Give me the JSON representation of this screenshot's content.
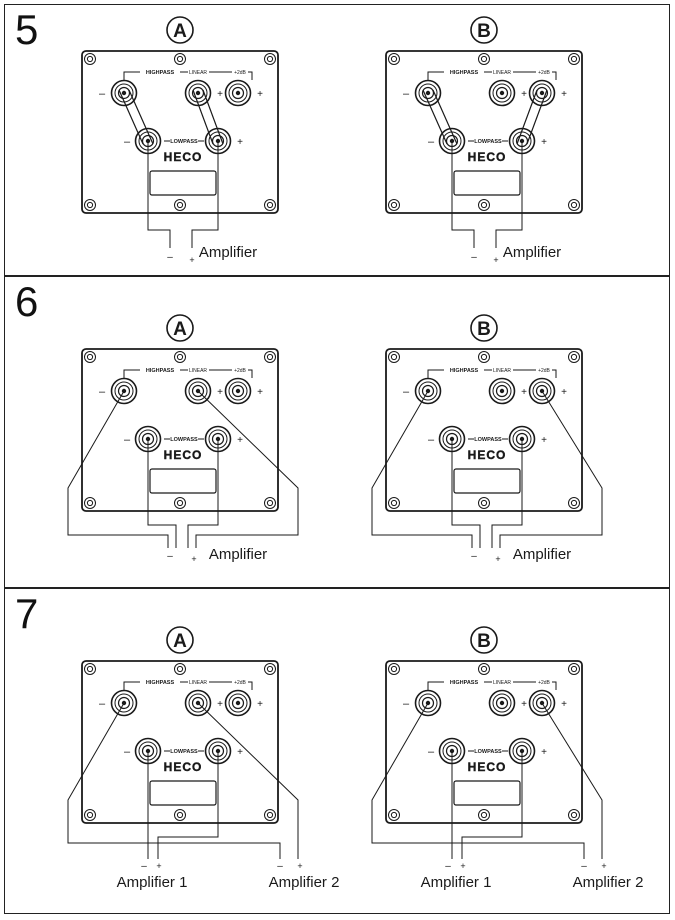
{
  "sections": [
    {
      "number": "5",
      "panels": [
        {
          "letter": "A",
          "amplifier_labels": [
            "Amplifier"
          ]
        },
        {
          "letter": "B",
          "amplifier_labels": [
            "Amplifier"
          ]
        }
      ]
    },
    {
      "number": "6",
      "panels": [
        {
          "letter": "A",
          "amplifier_labels": [
            "Amplifier"
          ]
        },
        {
          "letter": "B",
          "amplifier_labels": [
            "Amplifier"
          ]
        }
      ]
    },
    {
      "number": "7",
      "panels": [
        {
          "letter": "A",
          "amplifier_labels": [
            "Amplifier 1",
            "Amplifier 2"
          ]
        },
        {
          "letter": "B",
          "amplifier_labels": [
            "Amplifier 1",
            "Amplifier 2"
          ]
        }
      ]
    }
  ],
  "terminal_plate": {
    "highpass_label": "HIGHPASS",
    "linear_label": "LINEAR",
    "plus2db_label": "+2dB",
    "lowpass_label": "LOWPASS",
    "brand_logo": "HECO",
    "minus_sign": "–",
    "plus_sign": "+"
  },
  "colors": {
    "line": "#1a1a1a",
    "background": "#ffffff"
  }
}
